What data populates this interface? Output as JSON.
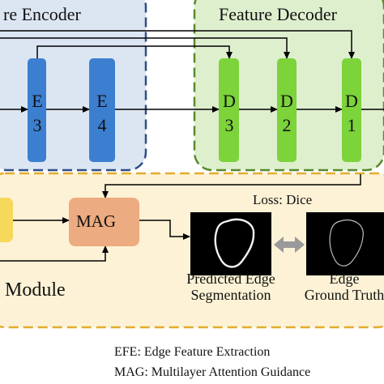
{
  "encoder": {
    "title": "re Encoder",
    "blocks": [
      {
        "top": "E",
        "bottom": "3"
      },
      {
        "top": "E",
        "bottom": "4"
      }
    ]
  },
  "decoder": {
    "title": "Feature Decoder",
    "blocks": [
      {
        "top": "D",
        "bottom": "3"
      },
      {
        "top": "D",
        "bottom": "2"
      },
      {
        "top": "D",
        "bottom": "1"
      }
    ]
  },
  "module": {
    "label": "Module",
    "mag_label": "MAG",
    "loss_label": "Loss: Dice",
    "predicted_caption": [
      "Predicted Edge",
      "Segmentation"
    ],
    "ground_truth_caption": [
      "Edge",
      "Ground Truth"
    ]
  },
  "legend": {
    "efe": "EFE: Edge Feature Extraction",
    "mag": "MAG: Multilayer Attention Guidance"
  },
  "colors": {
    "encoder_fill": "#dce6f3",
    "encoder_border": "#2f4f86",
    "encoder_block": "#3c7fd0",
    "decoder_fill": "#deefce",
    "decoder_border": "#5a8a2c",
    "decoder_block": "#7cd33a",
    "module_fill": "#fdf2d5",
    "module_border": "#e2ac2d",
    "mag_block": "#ecab80",
    "efe_block": "#f6d85a",
    "compare_arrow": "#9a9a9a"
  }
}
